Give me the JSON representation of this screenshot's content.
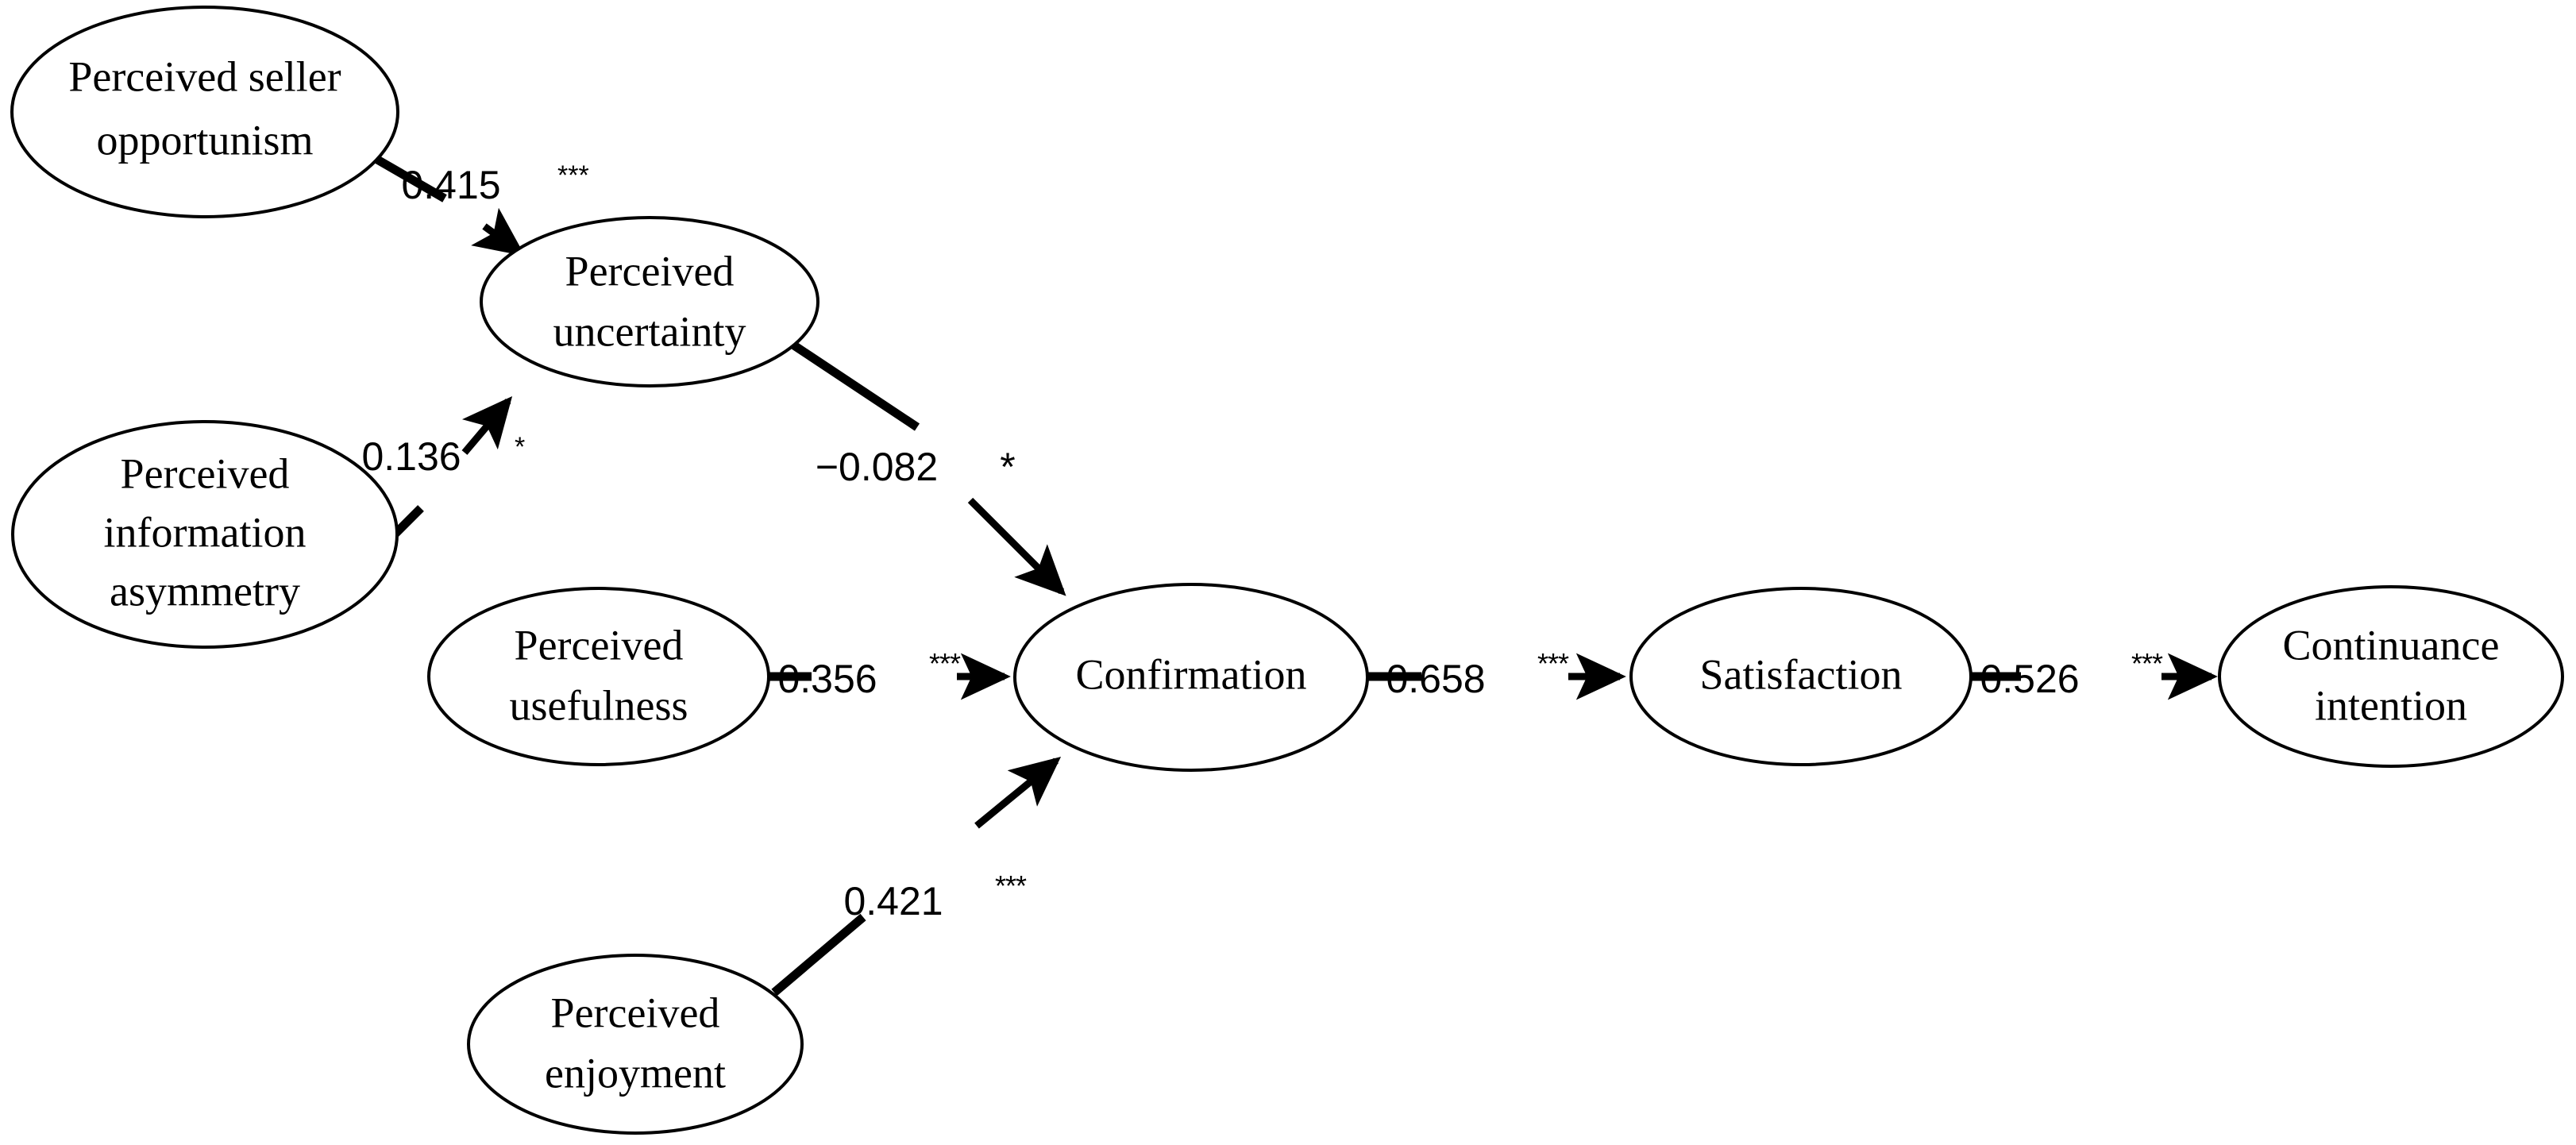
{
  "diagram": {
    "type": "sem-path-diagram",
    "title": "",
    "background_color": "#ffffff",
    "stroke_color": "#000000",
    "nodes": [
      {
        "id": "pso",
        "label_line1": "Perceived seller",
        "label_line2": "opportunism",
        "label_line3": ""
      },
      {
        "id": "pia",
        "label_line1": "Perceived",
        "label_line2": "information",
        "label_line3": "asymmetry"
      },
      {
        "id": "pu",
        "label_line1": "Perceived",
        "label_line2": "uncertainty",
        "label_line3": ""
      },
      {
        "id": "puse",
        "label_line1": "Perceived",
        "label_line2": "usefulness",
        "label_line3": ""
      },
      {
        "id": "pe",
        "label_line1": "Perceived",
        "label_line2": "enjoyment",
        "label_line3": ""
      },
      {
        "id": "conf",
        "label_line1": "Confirmation",
        "label_line2": "",
        "label_line3": ""
      },
      {
        "id": "sat",
        "label_line1": "Satisfaction",
        "label_line2": "",
        "label_line3": ""
      },
      {
        "id": "ci",
        "label_line1": "Continuance",
        "label_line2": "intention",
        "label_line3": ""
      }
    ],
    "edges": [
      {
        "id": "e1",
        "from": "pso",
        "to": "pu",
        "coefficient": "0.415",
        "significance": "***",
        "star_gap": true
      },
      {
        "id": "e2",
        "from": "pia",
        "to": "pu",
        "coefficient": "0.136",
        "significance": "*",
        "star_gap": false
      },
      {
        "id": "e3",
        "from": "pu",
        "to": "conf",
        "coefficient": "−0.082",
        "significance": "*",
        "star_gap": false
      },
      {
        "id": "e4",
        "from": "puse",
        "to": "conf",
        "coefficient": "0.356",
        "significance": "***",
        "star_gap": false
      },
      {
        "id": "e5",
        "from": "pe",
        "to": "conf",
        "coefficient": "0.421",
        "significance": "***",
        "star_gap": false
      },
      {
        "id": "e6",
        "from": "conf",
        "to": "sat",
        "coefficient": "0.658",
        "significance": "***",
        "star_gap": false
      },
      {
        "id": "e7",
        "from": "sat",
        "to": "ci",
        "coefficient": "0.526",
        "significance": "***",
        "star_gap": false
      }
    ]
  }
}
